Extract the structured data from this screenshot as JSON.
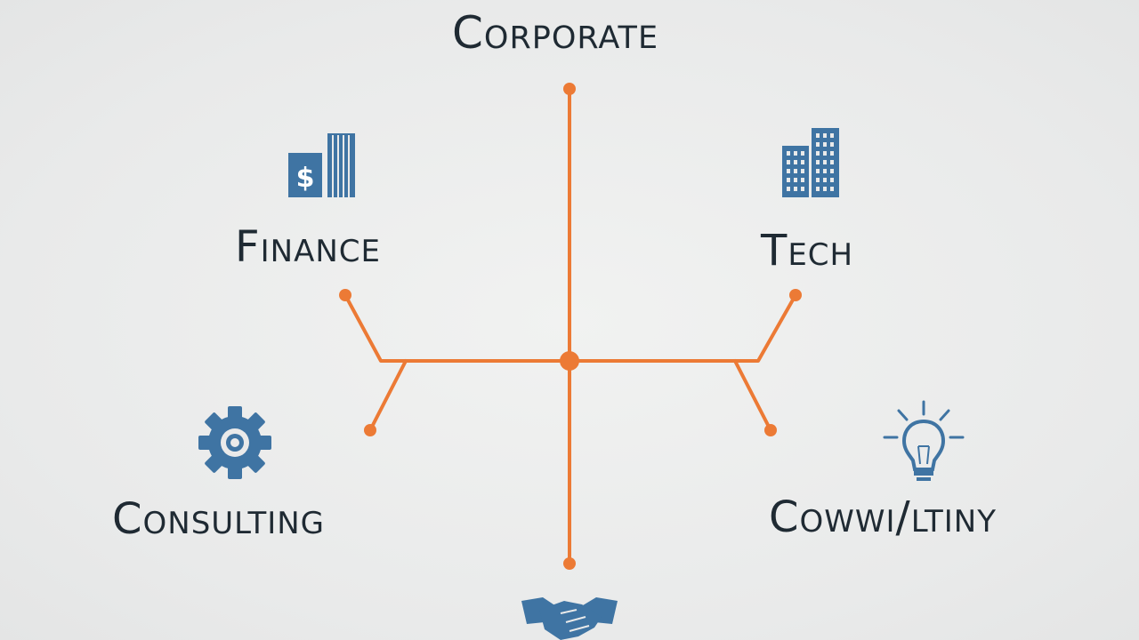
{
  "diagram": {
    "nodes": {
      "top": "Corporate",
      "upper_left": "Finance",
      "upper_right": "Tech",
      "lower_left": "Consulting",
      "lower_right": "Cowwi/ltiny"
    },
    "icons": {
      "finance": "finance-building-dollar-icon",
      "tech": "office-buildings-icon",
      "consulting": "gear-icon",
      "community": "lightbulb-icon",
      "bottom": "handshake-icon"
    },
    "colors": {
      "connector": "#ec7a35",
      "icon": "#3f74a3",
      "text": "#1f2a33",
      "background": "#ececec"
    }
  }
}
